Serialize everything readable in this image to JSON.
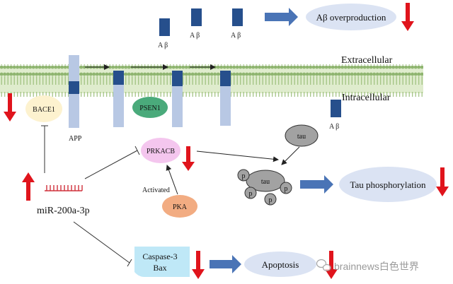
{
  "labels": {
    "abeta": "A β",
    "abeta_overproduction": "Aβ overproduction",
    "extracellular": "Extracellular",
    "intracellular": "Intracellular",
    "bace1": "BACE1",
    "psen1": "PSEN1",
    "app": "APP",
    "prkacb": "PRKACB",
    "activated": "Activated",
    "pka": "PKA",
    "tau": "tau",
    "phospho": "p",
    "tau_phosphorylation": "Tau phosphorylation",
    "mirna": "miR-200a-3p",
    "caspase3": "Caspase-3",
    "bax": "Bax",
    "apoptosis": "Apoptosis",
    "watermark": "brainnews白色世界"
  },
  "colors": {
    "membrane_green": "#a9c88a",
    "receptor_dark": "#264f8c",
    "receptor_light": "#b8c8e4",
    "ellipse_blue": "#dbe3f3",
    "arrow_blue": "#4a74b6",
    "red": "#e0141c",
    "bace1_fill": "#fdf2cf",
    "psen1_fill": "#4aaa7b",
    "prkacb_fill": "#f4c6ee",
    "pka_fill": "#f2ac82",
    "tau_fill": "#a2a2a2",
    "caspase_fill": "#bfe8f7",
    "mirna_red": "#d0303a"
  },
  "icons": [
    "down-arrow-icon",
    "up-arrow-icon",
    "block-arrow-icon",
    "wechat-icon"
  ]
}
